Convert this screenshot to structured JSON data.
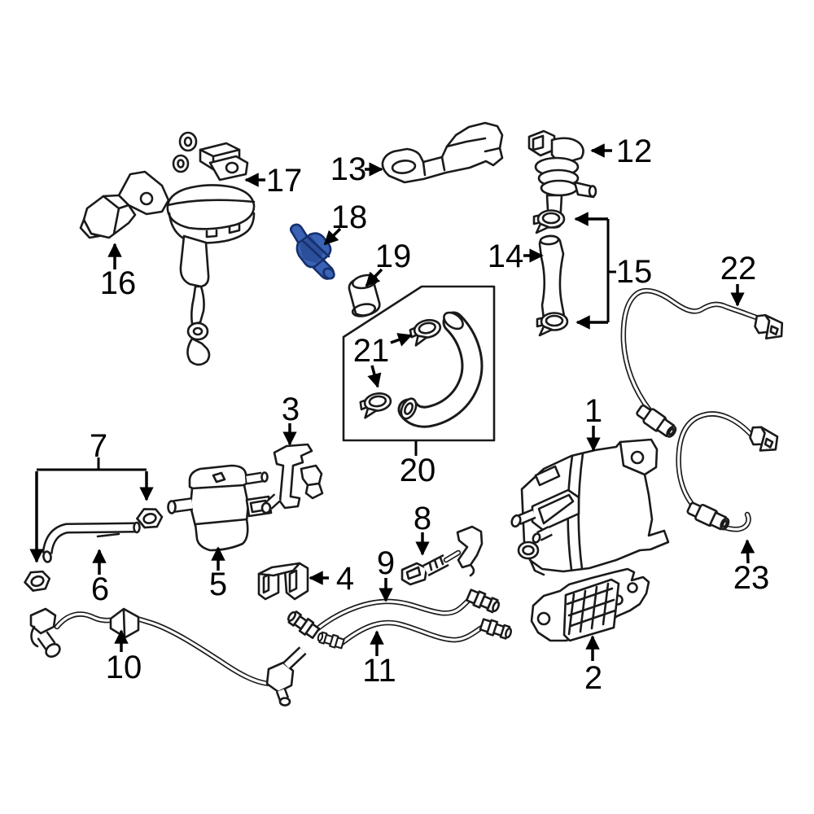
{
  "colors": {
    "background": "#ffffff",
    "line": "#1a1a1a",
    "label_text": "#000000"
  },
  "highlight": {
    "part_number": "18",
    "fill": "#3a63b5",
    "shade": "#2c4f9a",
    "stroke": "#16306e"
  },
  "labels": {
    "p1": "1",
    "p2": "2",
    "p3": "3",
    "p4": "4",
    "p5": "5",
    "p6": "6",
    "p7": "7",
    "p8": "8",
    "p9": "9",
    "p10": "10",
    "p11": "11",
    "p12": "12",
    "p13": "13",
    "p14": "14",
    "p15": "15",
    "p16": "16",
    "p17": "17",
    "p18": "18",
    "p19": "19",
    "p20": "20",
    "p21": "21",
    "p22": "22",
    "p23": "23"
  }
}
